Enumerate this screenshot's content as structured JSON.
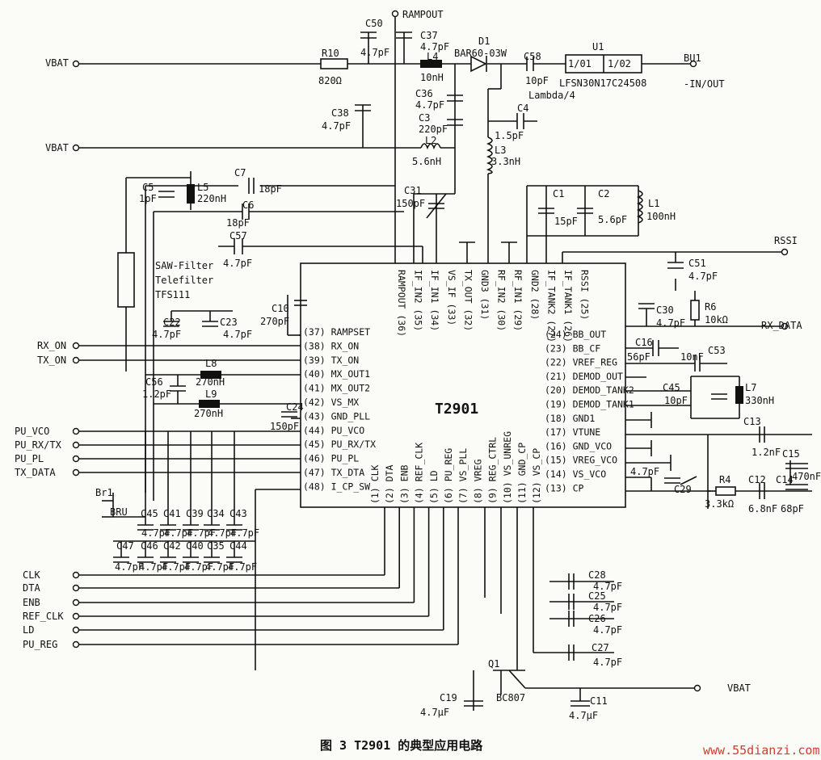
{
  "chip": {
    "name": "T2901",
    "pins": {
      "top": [
        "RAMPOUT (36)",
        "IF_IN2 (35)",
        "IF_IN1 (34)",
        "VS_IF (33)",
        "TX_OUT (32)",
        "GND3 (31)",
        "RF_IN2 (30)",
        "RF_IN1 (29)",
        "GND2 (28)",
        "IF_TANK2 (27)",
        "IF_TANK1 (26)",
        "RSSI (25)"
      ],
      "left": [
        "(37) RAMPSET",
        "(38) RX_ON",
        "(39) TX_ON",
        "(40) MX_OUT1",
        "(41) MX_OUT2",
        "(42) VS_MX",
        "(43) GND_PLL",
        "(44) PU_VCO",
        "(45) PU_RX/TX",
        "(46) PU_PL",
        "(47) TX_DTA",
        "(48) I_CP_SW"
      ],
      "right": [
        "(24) BB_OUT",
        "(23) BB_CF",
        "(22) VREF_REG",
        "(21) DEMOD_OUT",
        "(20) DEMOD_TANK2",
        "(19) DEMOD_TANK1",
        "(18) GND1",
        "(17) VTUNE",
        "(16) GND_VCO",
        "(15) VREG_VCO",
        "(14) VS_VCO",
        "(13) CP"
      ],
      "bottom": [
        "(1) CLK",
        "(2) DTA",
        "(3) ENB",
        "(4) REF_CLK",
        "(5) LD",
        "(6) PU_REG",
        "(7) VS_PLL",
        "(8) VREG",
        "(9) REG_CTRL",
        "(10) VS_UNREG",
        "(11) GND_CP",
        "(12) VS_CP"
      ]
    }
  },
  "nets": {
    "rampout": "RAMPOUT",
    "vbat1": "VBAT",
    "vbat2": "VBAT",
    "vbat3": "VBAT",
    "rssi": "RSSI",
    "rx_data": "RX_DATA",
    "rx_on": "RX_ON",
    "tx_on": "TX_ON",
    "bu1": "BU1",
    "in_out": "-IN/OUT",
    "left_ctrl": [
      "PU_VCO",
      "PU_RX/TX",
      "PU_PL",
      "TX_DATA"
    ],
    "bottom_ctrl": [
      "CLK",
      "DTA",
      "ENB",
      "REF_CLK",
      "LD",
      "PU_REG"
    ]
  },
  "components": {
    "c50": {
      "ref": "C50",
      "value": "4.7pF"
    },
    "c37": {
      "ref": "C37",
      "value": "4.7pF"
    },
    "r10": {
      "ref": "R10",
      "value": "820Ω"
    },
    "l4": {
      "ref": "L4",
      "value": "10nH"
    },
    "d1": {
      "ref": "D1",
      "value": "BAR60-03W"
    },
    "c58": {
      "ref": "C58",
      "value": "10pF"
    },
    "u1": {
      "ref": "U1",
      "value": "LFSN30N17C24508",
      "pin1": "1/01",
      "pin2": "1/02"
    },
    "lambda": "Lambda/4",
    "c36": {
      "ref": "C36",
      "value": "4.7pF"
    },
    "c4": {
      "ref": "C4",
      "value": "1.5pF"
    },
    "c3": {
      "ref": "C3",
      "value": "220pF"
    },
    "c38": {
      "ref": "C38",
      "value": "4.7pF"
    },
    "l2": {
      "ref": "L2",
      "value": "5.6nH"
    },
    "l3": {
      "ref": "L3",
      "value": "3.3nH"
    },
    "c5": {
      "ref": "C5",
      "value": "1pF"
    },
    "l5": {
      "ref": "L5",
      "value": "220nH"
    },
    "c7": {
      "ref": "C7",
      "value": "18pF"
    },
    "c6": {
      "ref": "C6",
      "value": "18pF"
    },
    "c31": {
      "ref": "C31",
      "value": "150pF"
    },
    "c1": {
      "ref": "C1",
      "value": "15pF"
    },
    "c2": {
      "ref": "C2",
      "value": "5.6pF"
    },
    "l1": {
      "ref": "L1",
      "value": "100nH"
    },
    "c57": {
      "ref": "C57",
      "value": "4.7pF"
    },
    "saw": [
      "SAW-Filter",
      "Telefilter",
      "TFS111"
    ],
    "c51": {
      "ref": "C51",
      "value": "4.7pF"
    },
    "c10": {
      "ref": "C10",
      "value": "270pF"
    },
    "c30": {
      "ref": "C30",
      "value": "4.7pF"
    },
    "r6": {
      "ref": "R6",
      "value": "10kΩ"
    },
    "c22": {
      "ref": "C22",
      "value": "4.7pF"
    },
    "c23": {
      "ref": "C23",
      "value": "4.7pF"
    },
    "c16": {
      "ref": "C16",
      "value": "56pF"
    },
    "c53": {
      "ref": "C53",
      "value": "10nF"
    },
    "l8": {
      "ref": "L8",
      "value": "270nH"
    },
    "c56": {
      "ref": "C56",
      "value": "1.2pF"
    },
    "l9": {
      "ref": "L9",
      "value": "270nH"
    },
    "c45b": {
      "ref": "C45",
      "value": "10pF"
    },
    "l7": {
      "ref": "L7",
      "value": "330nH"
    },
    "c24": {
      "ref": "C24",
      "value": "150pF"
    },
    "c13": {
      "ref": "C13",
      "value": "1.2nF"
    },
    "c15": {
      "ref": "C15",
      "value": "470nF"
    },
    "c29": {
      "ref": "C29",
      "value": "4.7pF"
    },
    "r4": {
      "ref": "R4",
      "value": "3.3kΩ"
    },
    "c12": {
      "ref": "C12",
      "value": "6.8nF"
    },
    "c14": {
      "ref": "C14",
      "value": "68pF"
    },
    "br1": "Br1",
    "bru": "BRU",
    "bank1": [
      "C45",
      "C41",
      "C39",
      "C34",
      "C43"
    ],
    "bank2": [
      "C47",
      "C46",
      "C42",
      "C40",
      "C35",
      "C44"
    ],
    "bank_value": "4.7pF",
    "c28": {
      "ref": "C28",
      "value": "4.7pF"
    },
    "c25": {
      "ref": "C25",
      "value": "4.7pF"
    },
    "c26": {
      "ref": "C26",
      "value": "4.7pF"
    },
    "c27": {
      "ref": "C27",
      "value": "4.7pF"
    },
    "q1": {
      "ref": "Q1",
      "value": "BC807"
    },
    "c19": {
      "ref": "C19",
      "value": "4.7μF"
    },
    "c11": {
      "ref": "C11",
      "value": "4.7μF"
    }
  },
  "caption": "图 3   T2901 的典型应用电路",
  "watermark": "www.55dianzi.com"
}
